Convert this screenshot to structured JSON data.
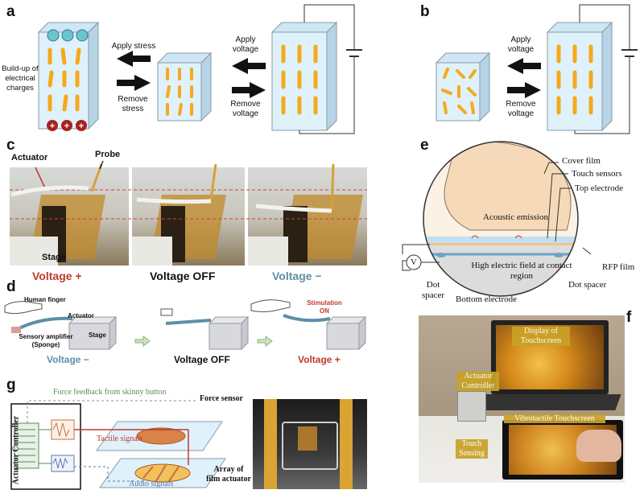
{
  "panels": {
    "a": {
      "letter": "a",
      "charges_label": "Build-up of electrical charges",
      "apply_stress": "Apply stress",
      "remove_stress": "Remove stress",
      "apply_voltage": "Apply voltage",
      "remove_voltage": "Remove voltage",
      "charge_symbol": "+"
    },
    "b": {
      "letter": "b",
      "apply_voltage": "Apply voltage",
      "remove_voltage": "Remove voltage"
    },
    "c": {
      "letter": "c",
      "actuator": "Actuator",
      "probe": "Probe",
      "stage": "Stage",
      "voltage_plus": "Voltage +",
      "voltage_off": "Voltage OFF",
      "voltage_minus": "Voltage −"
    },
    "d": {
      "letter": "d",
      "human_finger": "Human finger",
      "actuator": "Actuator",
      "sensory_amplifier": "Sensory amplifier (Sponge)",
      "stage": "Stage",
      "voltage_minus": "Voltage −",
      "voltage_off": "Voltage OFF",
      "stimulation_on": "Stimulation ON",
      "voltage_plus": "Voltage +"
    },
    "e": {
      "letter": "e",
      "cover_film": "Cover film",
      "touch_sensors": "Touch sensors",
      "top_electrode": "Top electrode",
      "acoustic_emission": "Acoustic emission",
      "high_field": "High electric field at contact region",
      "rfp_film": "RFP film",
      "dot_spacer_left": "Dot spacer",
      "bottom_electrode": "Bottom electrode",
      "dot_spacer_right": "Dot spacer",
      "voltmeter": "V"
    },
    "f": {
      "letter": "f",
      "display": "Display of Touchscreen",
      "actuator_controller": "Actuator Controller",
      "vibrotactile": "Vibrotactile Touchscreen",
      "touch_sensing": "Touch Sensing"
    },
    "g": {
      "letter": "g",
      "force_feedback": "Force feedback from skinny button",
      "force_sensor": "Force sensor",
      "tactile_signals": "Tactile signals",
      "audio_signals": "Audio signals",
      "array_label": "Array of film actuator",
      "actuator_controller": "Actuator Controller"
    }
  },
  "colors": {
    "box_face": "#dff1fb",
    "box_edge": "#8a9aa5",
    "arrow_yellow": "#f5a91b",
    "charge_red": "#a8221e",
    "voltage_plus": "#c0392b",
    "voltage_minus": "#5e8ea8",
    "stim_on": "#c0392b",
    "label_box": "#c9a227"
  }
}
